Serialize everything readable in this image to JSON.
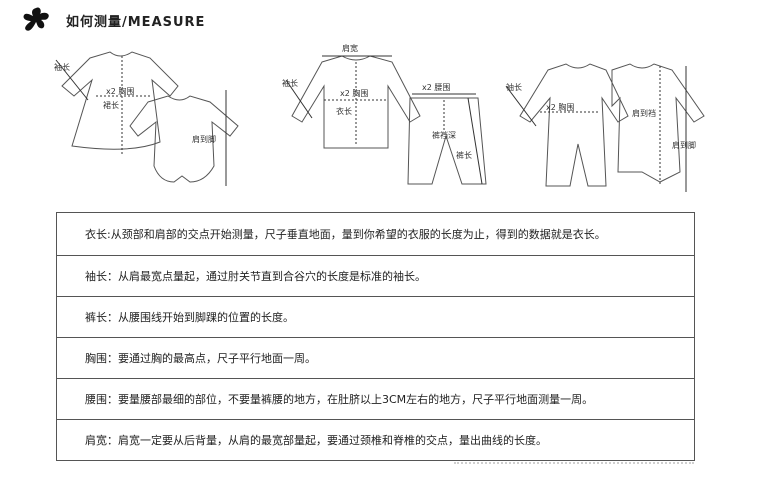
{
  "header": {
    "title": "如何测量/MEASURE",
    "logo_icon": "black-blot-icon"
  },
  "diagram": {
    "figure1": {
      "sleeve": "袖长",
      "chest": "x2 胸围",
      "skirt_length": "裙长",
      "shoulder_to_foot": "肩到脚"
    },
    "figure2": {
      "shoulder_width": "肩宽",
      "sleeve": "袖长",
      "chest": "x2 胸围",
      "length": "衣长",
      "waist": "x2 腰围",
      "rise": "裤裆深",
      "pants_length": "裤长"
    },
    "figure3": {
      "sleeve": "袖长",
      "chest": "x2 胸围",
      "shoulder_to_crotch": "肩到裆",
      "shoulder_to_foot": "肩到脚"
    }
  },
  "table": {
    "rows": [
      "衣长:从颈部和肩部的交点开始测量，尺子垂直地面，量到你希望的衣服的长度为止，得到的数据就是衣长。",
      "袖长：从肩最宽点量起，通过肘关节直到合谷穴的长度是标准的袖长。",
      "裤长：从腰围线开始到脚踝的位置的长度。",
      "胸围：要通过胸的最高点，尺子平行地面一周。",
      "腰围：要量腰部最细的部位，不要量裤腰的地方，在肚脐以上3CM左右的地方，尺子平行地面测量一周。",
      "肩宽：肩宽一定要从后背量，从肩的最宽部量起，要通过颈椎和脊椎的交点，量出曲线的长度。"
    ]
  }
}
